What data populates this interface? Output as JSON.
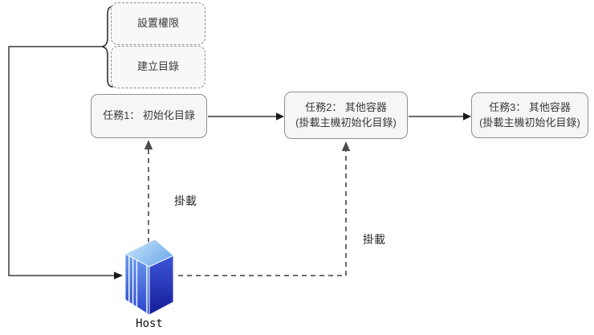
{
  "diagram": {
    "substeps": [
      {
        "label": "設置權限"
      },
      {
        "label": "建立目錄"
      }
    ],
    "tasks": [
      {
        "line1": "任務1： 初始化目錄"
      },
      {
        "line1": "任務2： 其他容器",
        "line2": "(掛載主機初始化目錄)"
      },
      {
        "line1": "任務3： 其他容器",
        "line2": "(掛載主機初始化目錄)"
      }
    ],
    "edge_labels": {
      "mount_to_task1": "掛載",
      "mount_to_task2": "掛載"
    },
    "host": {
      "label": "Host"
    },
    "colors": {
      "node_border": "#8f8f8f",
      "node_fill": "#f6f6f6",
      "solid_line": "#3b3b3b",
      "dashed_line": "#595959",
      "text": "#3a3a3a",
      "host_top_face": "#a8d0f0",
      "host_front_face_top": "#6b9cee",
      "host_front_face_bottom": "#2b43cd",
      "host_side_face_top": "#3d56d6",
      "host_side_face_bottom": "#131c99"
    }
  }
}
